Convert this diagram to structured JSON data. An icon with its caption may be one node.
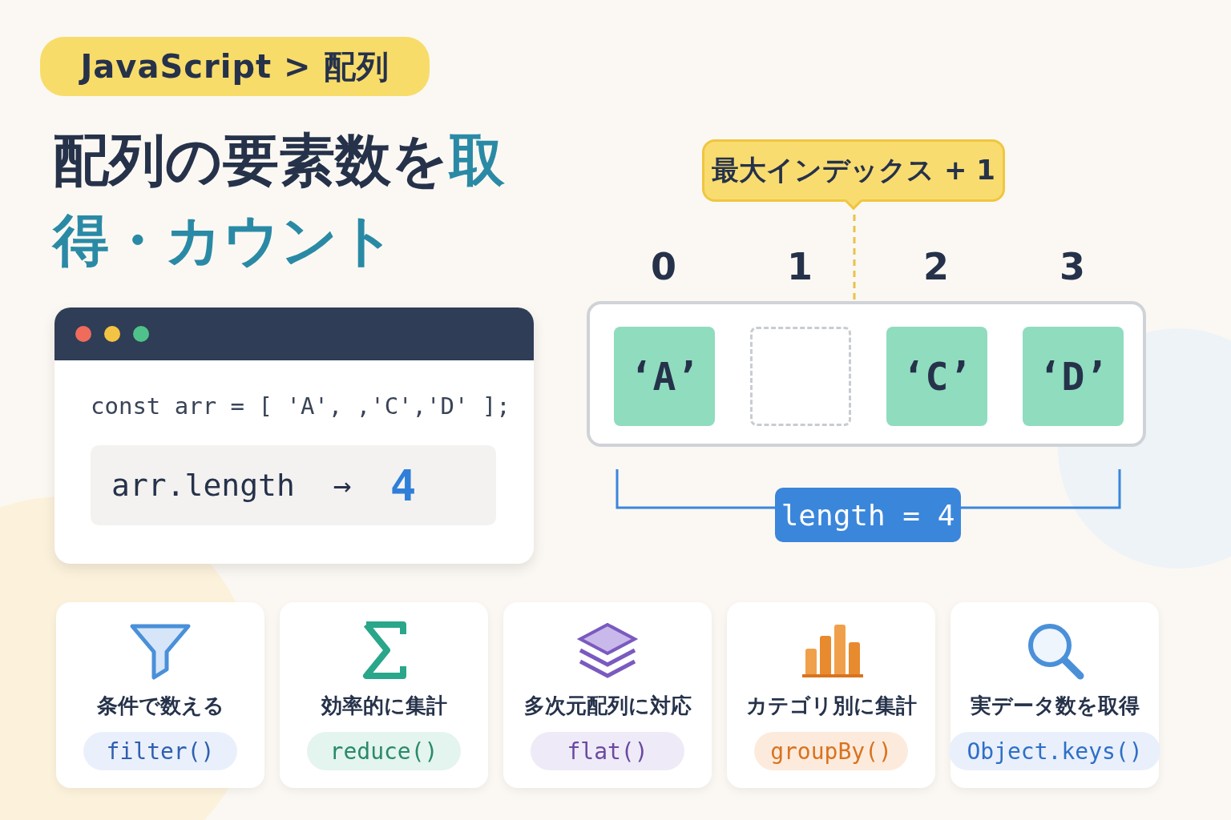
{
  "diagram": {
    "title": "配列の要素数を**取得・カウント**",
    "nodes": [
      {
        "text": [
          "JavaScript > 配列"
        ]
      },
      {
        "text": [
          "const arr = [ 'A', ,'C','D' ];"
        ]
      },
      {
        "text": [
          "arr.length",
          "→",
          "4"
        ],
        "in": 1
      },
      {
        "text": [
          "最大インデックス + 1"
        ]
      },
      {
        "text": [],
        "shape": "box"
      },
      {
        "text": [
          "‘A’"
        ],
        "in": 4,
        "beside": [
          "0"
        ]
      },
      {
        "text": [],
        "shape": "box",
        "in": 4,
        "beside": [
          "1"
        ]
      },
      {
        "text": [
          "‘C’"
        ],
        "in": 4,
        "beside": [
          "2"
        ]
      },
      {
        "text": [
          "‘D’"
        ],
        "in": 4,
        "beside": [
          "3"
        ]
      },
      {
        "text": [
          "length = 4"
        ]
      },
      {
        "text": [
          "条件で数える",
          "filter()"
        ]
      },
      {
        "text": [
          "効率的に集計",
          "reduce()"
        ]
      },
      {
        "text": [
          "多次元配列に対応",
          "flat()"
        ]
      },
      {
        "text": [
          "カテゴリ別に集計",
          "groupBy()"
        ]
      },
      {
        "text": [
          "実データ数を取得",
          "Object.keys()"
        ]
      }
    ],
    "edges": [
      {
        "from": 3,
        "to": 4,
        "arrow": "none",
        "style": "dashed",
        "color": "#e8c24a"
      }
    ]
  }
}
